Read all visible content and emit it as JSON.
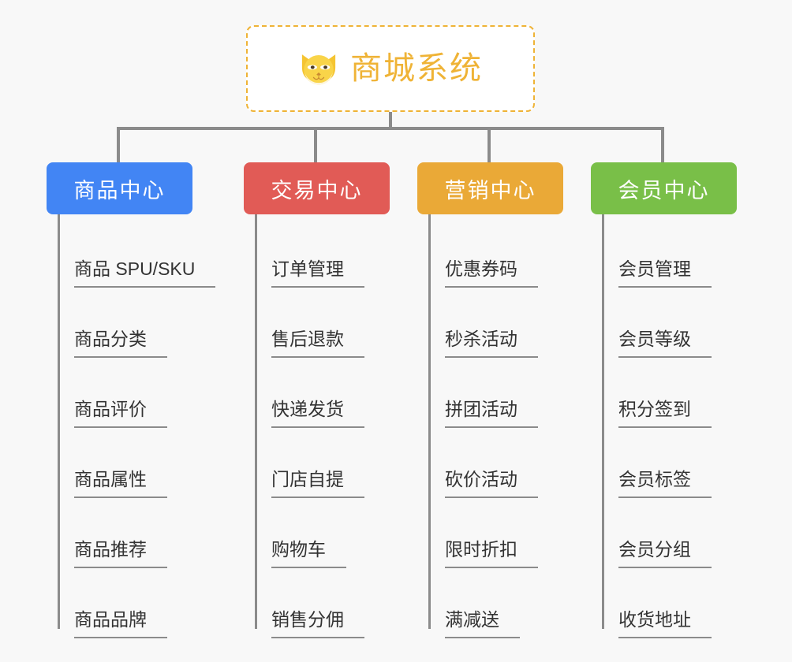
{
  "diagram": {
    "type": "mindmap",
    "background_color": "#f8f8f8",
    "root": {
      "title": "商城系统",
      "icon": "shiba-dog-face-icon",
      "border_color": "#efb336",
      "text_color": "#efb336",
      "fill_color": "#ffffff",
      "border_style": "dashed"
    },
    "connector_color": "#8b8b8b",
    "categories": [
      {
        "label": "商品中心",
        "color": "#4285f4",
        "items": [
          "商品 SPU/SKU",
          "商品分类",
          "商品评价",
          "商品属性",
          "商品推荐",
          "商品品牌"
        ]
      },
      {
        "label": "交易中心",
        "color": "#e15b56",
        "items": [
          "订单管理",
          "售后退款",
          "快递发货",
          "门店自提",
          "购物车",
          "销售分佣"
        ]
      },
      {
        "label": "营销中心",
        "color": "#eaa937",
        "items": [
          "优惠券码",
          "秒杀活动",
          "拼团活动",
          "砍价活动",
          "限时折扣",
          "满减送"
        ]
      },
      {
        "label": "会员中心",
        "color": "#79bf48",
        "items": [
          "会员管理",
          "会员等级",
          "积分签到",
          "会员标签",
          "会员分组",
          "收货地址"
        ]
      }
    ]
  }
}
